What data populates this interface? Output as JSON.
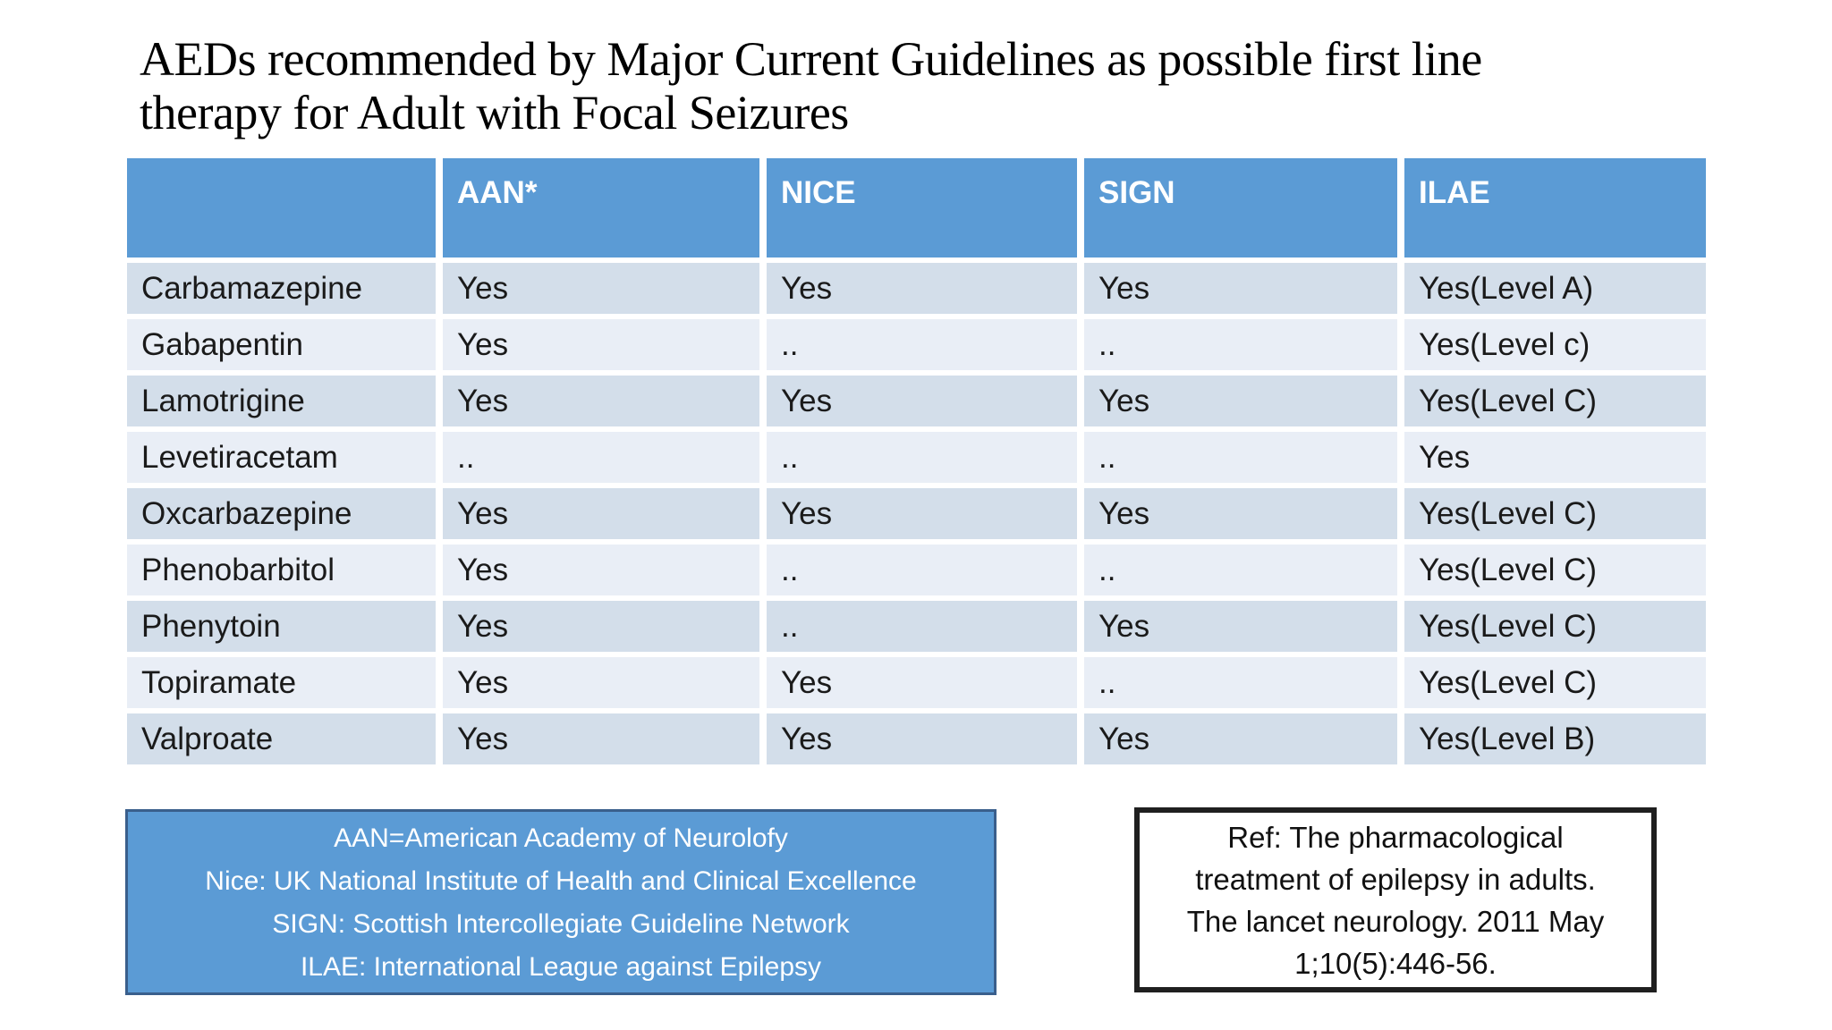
{
  "slide": {
    "title_lines": [
      "AEDs recommended by Major Current Guidelines as possible first line",
      "therapy for Adult with Focal Seizures"
    ]
  },
  "table": {
    "headers": [
      "",
      "AAN*",
      "NICE",
      "SIGN",
      "ILAE"
    ],
    "rows": [
      [
        "Carbamazepine",
        "Yes",
        "Yes",
        "Yes",
        "Yes(Level A)"
      ],
      [
        "Gabapentin",
        "Yes",
        "..",
        "..",
        "Yes(Level c)"
      ],
      [
        "Lamotrigine",
        "Yes",
        "Yes",
        "Yes",
        "Yes(Level C)"
      ],
      [
        "Levetiracetam",
        "..",
        "..",
        "..",
        "Yes"
      ],
      [
        "Oxcarbazepine",
        "Yes",
        "Yes",
        "Yes",
        "Yes(Level C)"
      ],
      [
        "Phenobarbitol",
        "Yes",
        "..",
        "..",
        "Yes(Level C)"
      ],
      [
        "Phenytoin",
        "Yes",
        "..",
        "Yes",
        "Yes(Level C)"
      ],
      [
        "Topiramate",
        "Yes",
        "Yes",
        "..",
        "Yes(Level C)"
      ],
      [
        "Valproate",
        "Yes",
        "Yes",
        "Yes",
        "Yes(Level B)"
      ]
    ]
  },
  "legend_box": {
    "lines": [
      "AAN=American Academy of Neurolofy",
      "Nice: UK National Institute of Health and Clinical Excellence",
      "SIGN: Scottish Intercollegiate Guideline Network",
      "ILAE: International League against Epilepsy"
    ]
  },
  "reference_box": {
    "lines": [
      "Ref: The pharmacological",
      "treatment of epilepsy in adults.",
      "The lancet neurology. 2011 May",
      "1;10(5):446-56."
    ]
  },
  "colors": {
    "header_blue": "#5B9BD5",
    "band_dark": "#D3DEEA",
    "band_light": "#E9EEF6",
    "legend_fill": "#5B9BD5",
    "legend_border": "#3A5F8C",
    "reference_border": "#1F1F1F",
    "text_dark": "#1A1A1A",
    "text_white": "#FFFFFF",
    "page_background": "#FFFFFF"
  }
}
